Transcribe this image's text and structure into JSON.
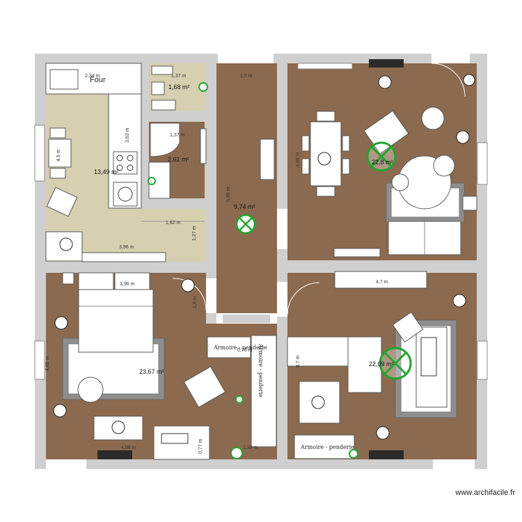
{
  "rooms": {
    "kitchen": {
      "area": "13,49 m²",
      "oven_label": "Four",
      "dims": {
        "top": "2,34 m",
        "height_cabinet": "3,63 m",
        "left": "4,9 m",
        "bottom_left": "1,62 m",
        "bottom": "3,96 m",
        "right": "1,27 m"
      }
    },
    "wc": {
      "area": "1,68 m²",
      "dim": "1,37 m"
    },
    "bath": {
      "area": "2,61 m²",
      "dim": "1,37 m"
    },
    "hallway": {
      "area": "9,74 m²",
      "dim_top": "1,5 m",
      "dim_side": "6,49 m"
    },
    "living": {
      "area": "22,8 m²",
      "dim_side": "4,85 m"
    },
    "bedroom": {
      "area": "23,67 m²",
      "dims": {
        "top": "3,96 m",
        "side": "4,85 m",
        "door": "1,6 m",
        "bottom": "4,98 m"
      }
    },
    "office": {
      "area": "22,09 m²",
      "dims": {
        "top": "4,7 m",
        "side": "4,7 m"
      }
    },
    "hall_small": {
      "dims": {
        "a": "0,76 m",
        "b": "1,38 m",
        "c": "0,77 m"
      }
    }
  },
  "furniture": {
    "wardrobe_1": "Armoire - penderie",
    "wardrobe_2": "Armoire - penderie",
    "wardrobe_3": "Armoire - penderie"
  },
  "watermark": "www.archifacile.fr",
  "colors": {
    "floor_brown": "#8b6a4f",
    "floor_kitchen": "#d6cfb0",
    "wall": "#c8c8c8",
    "lamp_green": "#22a52e"
  }
}
